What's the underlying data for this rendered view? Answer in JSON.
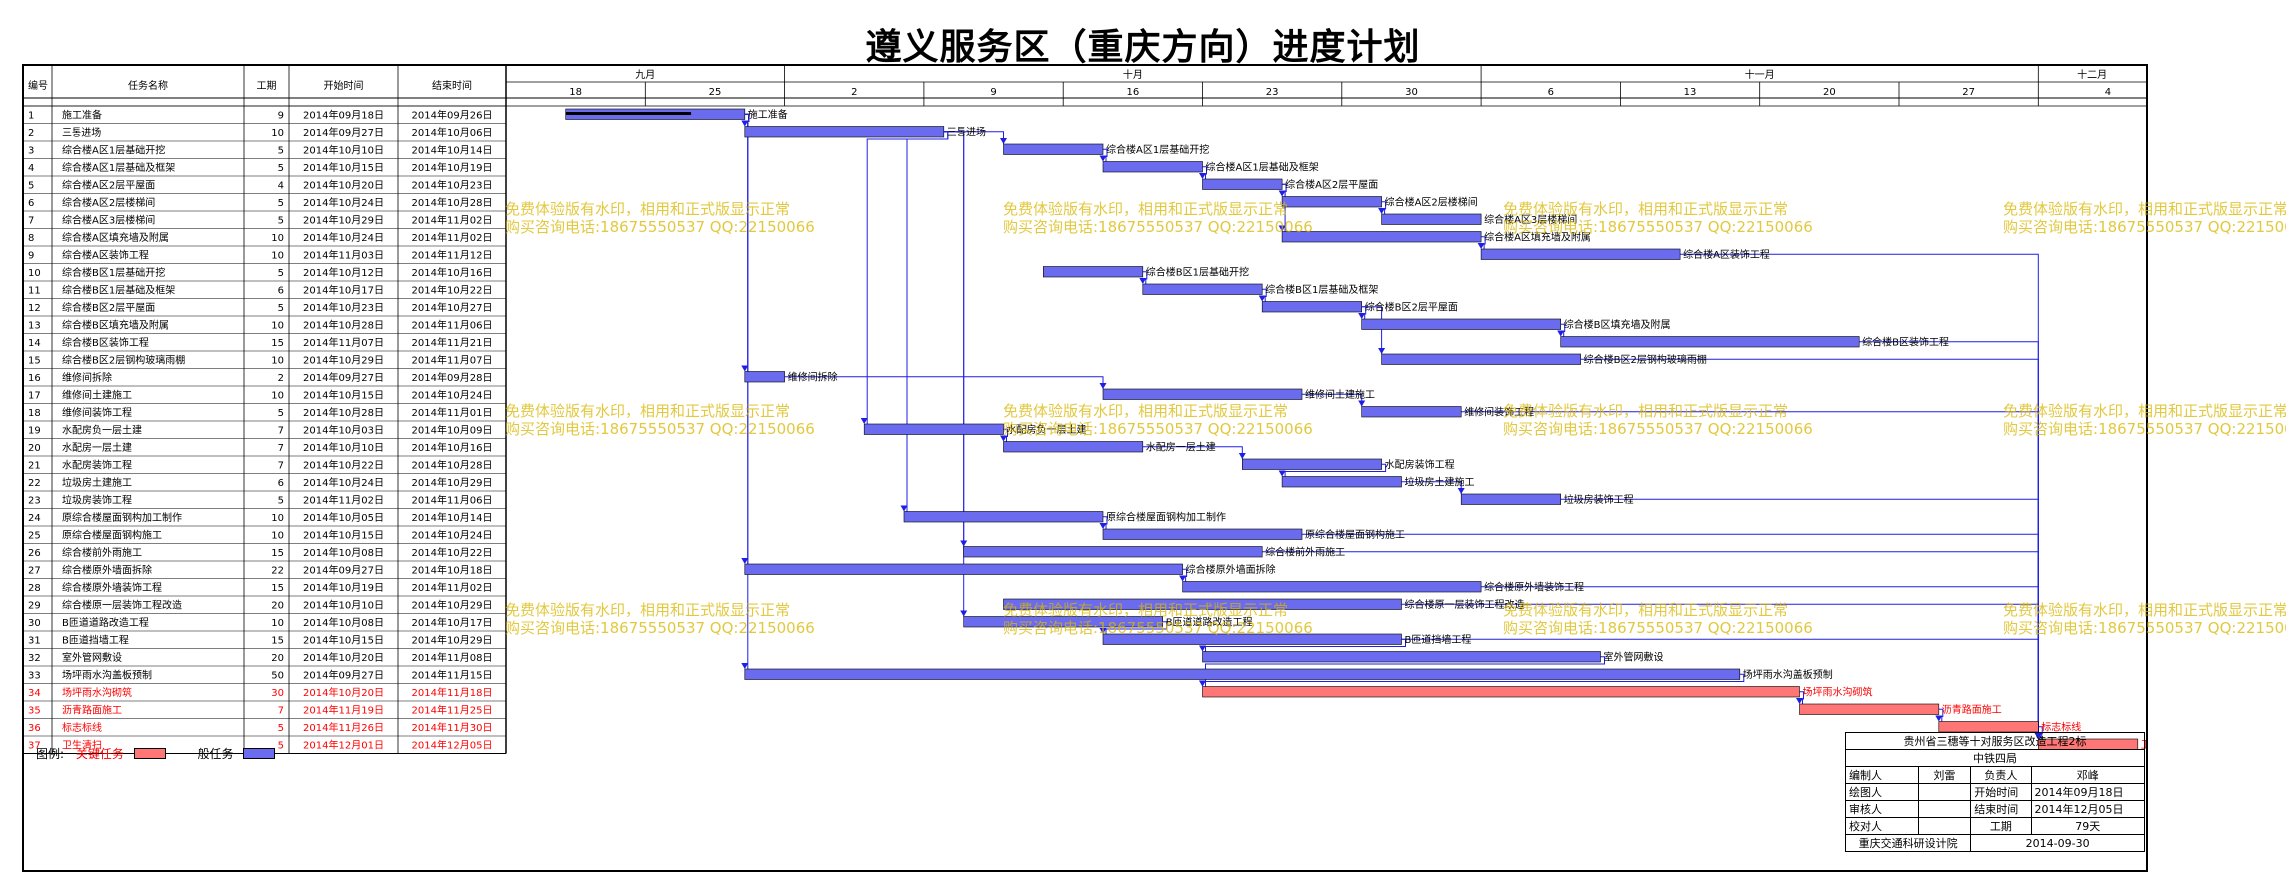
{
  "title": "遵义服务区（重庆方向）进度计划",
  "headers": {
    "id": "编号",
    "name": "任务名称",
    "duration": "工期",
    "start": "开始时间",
    "end": "结束时间"
  },
  "timescale": {
    "months": [
      {
        "label": "九月",
        "start": "2014-09-15",
        "end": "2014-09-29"
      },
      {
        "label": "十月",
        "start": "2014-09-29",
        "end": "2014-11-03"
      },
      {
        "label": "十一月",
        "start": "2014-11-03",
        "end": "2014-12-01"
      },
      {
        "label": "十二月",
        "start": "2014-12-01",
        "end": "2014-12-08"
      }
    ],
    "weeks": [
      {
        "label": "18",
        "start": "2014-09-15"
      },
      {
        "label": "25",
        "start": "2014-09-22"
      },
      {
        "label": "2",
        "start": "2014-09-29"
      },
      {
        "label": "9",
        "start": "2014-10-06"
      },
      {
        "label": "16",
        "start": "2014-10-13"
      },
      {
        "label": "23",
        "start": "2014-10-20"
      },
      {
        "label": "30",
        "start": "2014-10-27"
      },
      {
        "label": "6",
        "start": "2014-11-03"
      },
      {
        "label": "13",
        "start": "2014-11-10"
      },
      {
        "label": "20",
        "start": "2014-11-17"
      },
      {
        "label": "27",
        "start": "2014-11-24"
      },
      {
        "label": "4",
        "start": "2014-12-01"
      }
    ]
  },
  "tasks": [
    {
      "id": "1",
      "name": "施工准备",
      "duration": "9",
      "start": "2014年09月18日",
      "end": "2014年09月26日",
      "s": "2014-09-18",
      "e": "2014-09-27",
      "critical": false
    },
    {
      "id": "2",
      "name": "三통进场",
      "duration": "10",
      "start": "2014年09月27日",
      "end": "2014年10月06日",
      "s": "2014-09-27",
      "e": "2014-10-07",
      "critical": false
    },
    {
      "id": "3",
      "name": "综合楼A区1层基础开挖",
      "duration": "5",
      "start": "2014年10月10日",
      "end": "2014年10月14日",
      "s": "2014-10-10",
      "e": "2014-10-15",
      "critical": false
    },
    {
      "id": "4",
      "name": "综合楼A区1层基础及框架",
      "duration": "5",
      "start": "2014年10月15日",
      "end": "2014年10月19日",
      "s": "2014-10-15",
      "e": "2014-10-20",
      "critical": false
    },
    {
      "id": "5",
      "name": "综合楼A区2层平屋面",
      "duration": "4",
      "start": "2014年10月20日",
      "end": "2014年10月23日",
      "s": "2014-10-20",
      "e": "2014-10-24",
      "critical": false
    },
    {
      "id": "6",
      "name": "综合楼A区2层楼梯间",
      "duration": "5",
      "start": "2014年10月24日",
      "end": "2014年10月28日",
      "s": "2014-10-24",
      "e": "2014-10-29",
      "critical": false
    },
    {
      "id": "7",
      "name": "综合楼A区3层楼梯间",
      "duration": "5",
      "start": "2014年10月29日",
      "end": "2014年11月02日",
      "s": "2014-10-29",
      "e": "2014-11-03",
      "critical": false
    },
    {
      "id": "8",
      "name": "综合楼A区填充墙及附属",
      "duration": "10",
      "start": "2014年10月24日",
      "end": "2014年11月02日",
      "s": "2014-10-24",
      "e": "2014-11-03",
      "critical": false
    },
    {
      "id": "9",
      "name": "综合楼A区装饰工程",
      "duration": "10",
      "start": "2014年11月03日",
      "end": "2014年11月12日",
      "s": "2014-11-03",
      "e": "2014-11-13",
      "critical": false
    },
    {
      "id": "10",
      "name": "综合楼B区1层基础开挖",
      "duration": "5",
      "start": "2014年10月12日",
      "end": "2014年10月16日",
      "s": "2014-10-12",
      "e": "2014-10-17",
      "critical": false
    },
    {
      "id": "11",
      "name": "综合楼B区1层基础及框架",
      "duration": "6",
      "start": "2014年10月17日",
      "end": "2014年10月22日",
      "s": "2014-10-17",
      "e": "2014-10-23",
      "critical": false
    },
    {
      "id": "12",
      "name": "综合楼B区2层平屋面",
      "duration": "5",
      "start": "2014年10月23日",
      "end": "2014年10月27日",
      "s": "2014-10-23",
      "e": "2014-10-28",
      "critical": false
    },
    {
      "id": "13",
      "name": "综合楼B区填充墙及附属",
      "duration": "10",
      "start": "2014年10月28日",
      "end": "2014年11月06日",
      "s": "2014-10-28",
      "e": "2014-11-07",
      "critical": false
    },
    {
      "id": "14",
      "name": "综合楼B区装饰工程",
      "duration": "15",
      "start": "2014年11月07日",
      "end": "2014年11月21日",
      "s": "2014-11-07",
      "e": "2014-11-22",
      "critical": false
    },
    {
      "id": "15",
      "name": "综合楼B区2层钢构玻璃雨棚",
      "duration": "10",
      "start": "2014年10月29日",
      "end": "2014年11月07日",
      "s": "2014-10-29",
      "e": "2014-11-08",
      "critical": false
    },
    {
      "id": "16",
      "name": "维修间拆除",
      "duration": "2",
      "start": "2014年09月27日",
      "end": "2014年09月28日",
      "s": "2014-09-27",
      "e": "2014-09-29",
      "critical": false
    },
    {
      "id": "17",
      "name": "维修间土建施工",
      "duration": "10",
      "start": "2014年10月15日",
      "end": "2014年10月24日",
      "s": "2014-10-15",
      "e": "2014-10-25",
      "critical": false
    },
    {
      "id": "18",
      "name": "维修间装饰工程",
      "duration": "5",
      "start": "2014年10月28日",
      "end": "2014年11月01日",
      "s": "2014-10-28",
      "e": "2014-11-02",
      "critical": false
    },
    {
      "id": "19",
      "name": "水配房负一层土建",
      "duration": "7",
      "start": "2014年10月03日",
      "end": "2014年10月09日",
      "s": "2014-10-03",
      "e": "2014-10-10",
      "critical": false
    },
    {
      "id": "20",
      "name": "水配房一层土建",
      "duration": "7",
      "start": "2014年10月10日",
      "end": "2014年10月16日",
      "s": "2014-10-10",
      "e": "2014-10-17",
      "critical": false
    },
    {
      "id": "21",
      "name": "水配房装饰工程",
      "duration": "7",
      "start": "2014年10月22日",
      "end": "2014年10月28日",
      "s": "2014-10-22",
      "e": "2014-10-29",
      "critical": false
    },
    {
      "id": "22",
      "name": "垃圾房土建施工",
      "duration": "6",
      "start": "2014年10月24日",
      "end": "2014年10月29日",
      "s": "2014-10-24",
      "e": "2014-10-30",
      "critical": false
    },
    {
      "id": "23",
      "name": "垃圾房装饰工程",
      "duration": "5",
      "start": "2014年11月02日",
      "end": "2014年11月06日",
      "s": "2014-11-02",
      "e": "2014-11-07",
      "critical": false
    },
    {
      "id": "24",
      "name": "原综合楼屋面钢构加工制作",
      "duration": "10",
      "start": "2014年10月05日",
      "end": "2014年10月14日",
      "s": "2014-10-05",
      "e": "2014-10-15",
      "critical": false
    },
    {
      "id": "25",
      "name": "原综合楼屋面钢构施工",
      "duration": "10",
      "start": "2014年10月15日",
      "end": "2014年10月24日",
      "s": "2014-10-15",
      "e": "2014-10-25",
      "critical": false
    },
    {
      "id": "26",
      "name": "综合楼前外雨施工",
      "duration": "15",
      "start": "2014年10月08日",
      "end": "2014年10月22日",
      "s": "2014-10-08",
      "e": "2014-10-23",
      "critical": false
    },
    {
      "id": "27",
      "name": "综合楼原外墙面拆除",
      "duration": "22",
      "start": "2014年09月27日",
      "end": "2014年10月18日",
      "s": "2014-09-27",
      "e": "2014-10-19",
      "critical": false
    },
    {
      "id": "28",
      "name": "综合楼原外墙装饰工程",
      "duration": "15",
      "start": "2014年10月19日",
      "end": "2014年11月02日",
      "s": "2014-10-19",
      "e": "2014-11-03",
      "critical": false
    },
    {
      "id": "29",
      "name": "综合楼原一层装饰工程改造",
      "duration": "20",
      "start": "2014年10月10日",
      "end": "2014年10月29日",
      "s": "2014-10-10",
      "e": "2014-10-30",
      "critical": false
    },
    {
      "id": "30",
      "name": "B匝道道路改造工程",
      "duration": "10",
      "start": "2014年10月08日",
      "end": "2014年10月17日",
      "s": "2014-10-08",
      "e": "2014-10-18",
      "critical": false
    },
    {
      "id": "31",
      "name": "B匝道挡墙工程",
      "duration": "15",
      "start": "2014年10月15日",
      "end": "2014年10月29日",
      "s": "2014-10-15",
      "e": "2014-10-30",
      "critical": false
    },
    {
      "id": "32",
      "name": "室外管网敷设",
      "duration": "20",
      "start": "2014年10月20日",
      "end": "2014年11月08日",
      "s": "2014-10-20",
      "e": "2014-11-09",
      "critical": false
    },
    {
      "id": "33",
      "name": "场坪雨水沟盖板预制",
      "duration": "50",
      "start": "2014年09月27日",
      "end": "2014年11月15日",
      "s": "2014-09-27",
      "e": "2014-11-16",
      "critical": false
    },
    {
      "id": "34",
      "name": "场坪雨水沟砌筑",
      "duration": "30",
      "start": "2014年10月20日",
      "end": "2014年11月18日",
      "s": "2014-10-20",
      "e": "2014-11-19",
      "critical": true
    },
    {
      "id": "35",
      "name": "沥青路面施工",
      "duration": "7",
      "start": "2014年11月19日",
      "end": "2014年11月25日",
      "s": "2014-11-19",
      "e": "2014-11-26",
      "critical": true
    },
    {
      "id": "36",
      "name": "标志标线",
      "duration": "5",
      "start": "2014年11月26日",
      "end": "2014年11月30日",
      "s": "2014-11-26",
      "e": "2014-12-01",
      "critical": true
    },
    {
      "id": "37",
      "name": "卫生清扫",
      "duration": "5",
      "start": "2014年12月01日",
      "end": "2014年12月05日",
      "s": "2014-12-01",
      "e": "2014-12-06",
      "critical": true
    }
  ],
  "links": [
    [
      "1",
      "2"
    ],
    [
      "1",
      "16"
    ],
    [
      "1",
      "27"
    ],
    [
      "1",
      "33"
    ],
    [
      "2",
      "3"
    ],
    [
      "2",
      "19"
    ],
    [
      "2",
      "24"
    ],
    [
      "2",
      "26"
    ],
    [
      "2",
      "30"
    ],
    [
      "3",
      "4"
    ],
    [
      "4",
      "5"
    ],
    [
      "5",
      "6"
    ],
    [
      "6",
      "7"
    ],
    [
      "5",
      "8"
    ],
    [
      "8",
      "9"
    ],
    [
      "10",
      "11"
    ],
    [
      "11",
      "12"
    ],
    [
      "12",
      "13"
    ],
    [
      "13",
      "14"
    ],
    [
      "12",
      "15"
    ],
    [
      "16",
      "17"
    ],
    [
      "17",
      "18"
    ],
    [
      "19",
      "20"
    ],
    [
      "20",
      "21"
    ],
    [
      "21",
      "22"
    ],
    [
      "22",
      "23"
    ],
    [
      "24",
      "25"
    ],
    [
      "27",
      "28"
    ],
    [
      "30",
      "31"
    ],
    [
      "31",
      "32"
    ],
    [
      "32",
      "34"
    ],
    [
      "33",
      "34"
    ],
    [
      "34",
      "35"
    ],
    [
      "35",
      "36"
    ],
    [
      "36",
      "37"
    ],
    [
      "9",
      "37"
    ],
    [
      "14",
      "37"
    ],
    [
      "15",
      "37"
    ],
    [
      "18",
      "37"
    ],
    [
      "23",
      "37"
    ],
    [
      "25",
      "37"
    ],
    [
      "26",
      "37"
    ],
    [
      "28",
      "37"
    ],
    [
      "29",
      "37"
    ],
    [
      "31",
      "37"
    ]
  ],
  "watermark": {
    "line1": "免费体验版有水印，相用和正式版显示正常",
    "line2": "购买咨询电话:18675550537 QQ:22150066"
  },
  "legend": {
    "label": "图例:",
    "critical": "关键任务",
    "normal": "一般任务"
  },
  "colors": {
    "normal_bar": "#6b6bf0",
    "critical_bar": "#ff7676",
    "link": "#1e1ee6",
    "critical_text": "#ff0000",
    "watermark": "#d9b600"
  },
  "info_block": {
    "project": "贵州省三穗等十对服务区改造工程2标",
    "company": "中铁四局",
    "compiler_label": "编制人",
    "compiler": "刘雷",
    "leader_label": "负责人",
    "leader": "邓峰",
    "drawer_label": "绘图人",
    "start_label": "开始时间",
    "start_value": "2014年09月18日",
    "reviewer_label": "审核人",
    "end_label": "结束时间",
    "end_value": "2014年12月05日",
    "checker_label": "校对人",
    "duration_label": "工期",
    "duration_value": "79天",
    "institute": "重庆交通科研设计院",
    "date": "2014-09-30"
  }
}
